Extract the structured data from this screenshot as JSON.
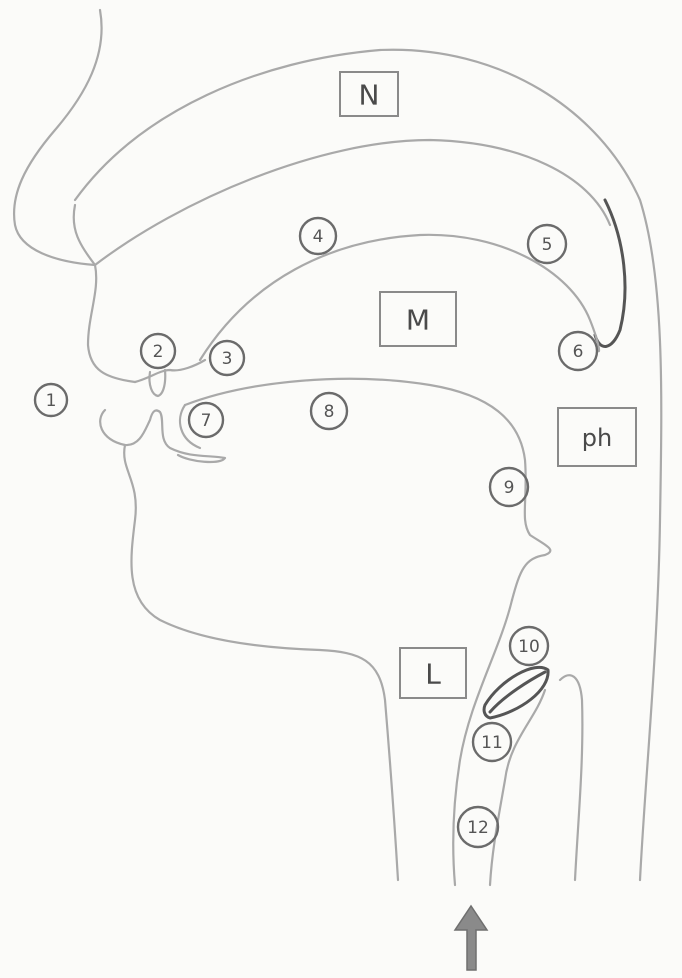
{
  "regions": {
    "nasal": "N",
    "mouth": "M",
    "pharynx": "ph",
    "larynx": "L"
  },
  "points": [
    "1",
    "2",
    "3",
    "4",
    "5",
    "6",
    "7",
    "8",
    "9",
    "10",
    "11",
    "12"
  ],
  "colors": {
    "outline": "#a9a9a9",
    "ink": "#555555",
    "arrow": "#8a8a8a",
    "paper": "#fbfbf9"
  }
}
